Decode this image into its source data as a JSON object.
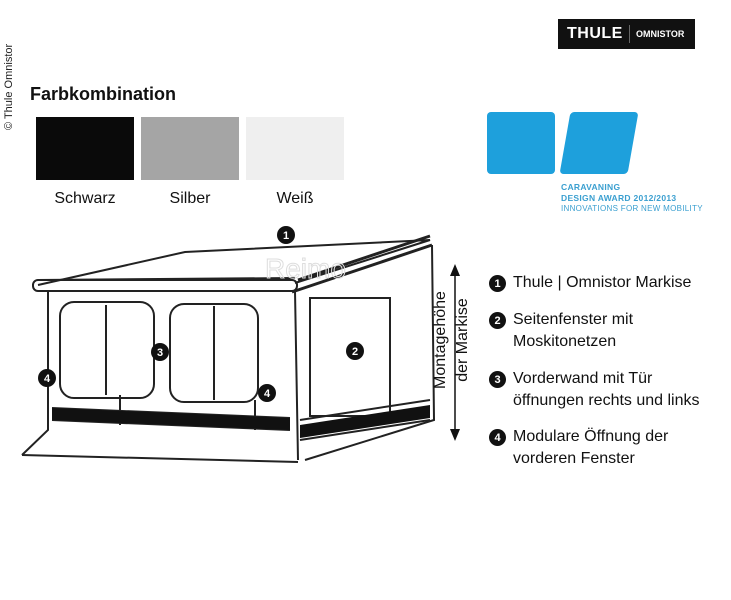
{
  "copyright": "© Thule Omnistor",
  "logo": {
    "brand": "THULE",
    "sub": "OMNISTOR"
  },
  "title": "Farbkombination",
  "colors": [
    {
      "label": "Schwarz",
      "hex": "#0a0a0a"
    },
    {
      "label": "Silber",
      "hex": "#a5a5a5"
    },
    {
      "label": "Weiß",
      "hex": "#efefef"
    }
  ],
  "award": {
    "line1": "CARAVANING",
    "line2": "DESIGN AWARD 2012/2013",
    "line3": "INNOVATIONS FOR NEW MOBILITY",
    "color": "#1ea0dc"
  },
  "watermark": "Reimo",
  "height_label": [
    "Montagehöhe",
    "der Markise"
  ],
  "markers": [
    "1",
    "2",
    "3",
    "4"
  ],
  "legend": [
    {
      "num": "1",
      "lines": [
        "Thule | Omnistor Markise"
      ]
    },
    {
      "num": "2",
      "lines": [
        "Seitenfenster mit",
        "Moskitonetzen"
      ]
    },
    {
      "num": "3",
      "lines": [
        "Vorderwand mit Tür",
        "öffnungen rechts und links"
      ]
    },
    {
      "num": "4",
      "lines": [
        "Modulare Öffnung der",
        "vorderen Fenster"
      ]
    }
  ]
}
